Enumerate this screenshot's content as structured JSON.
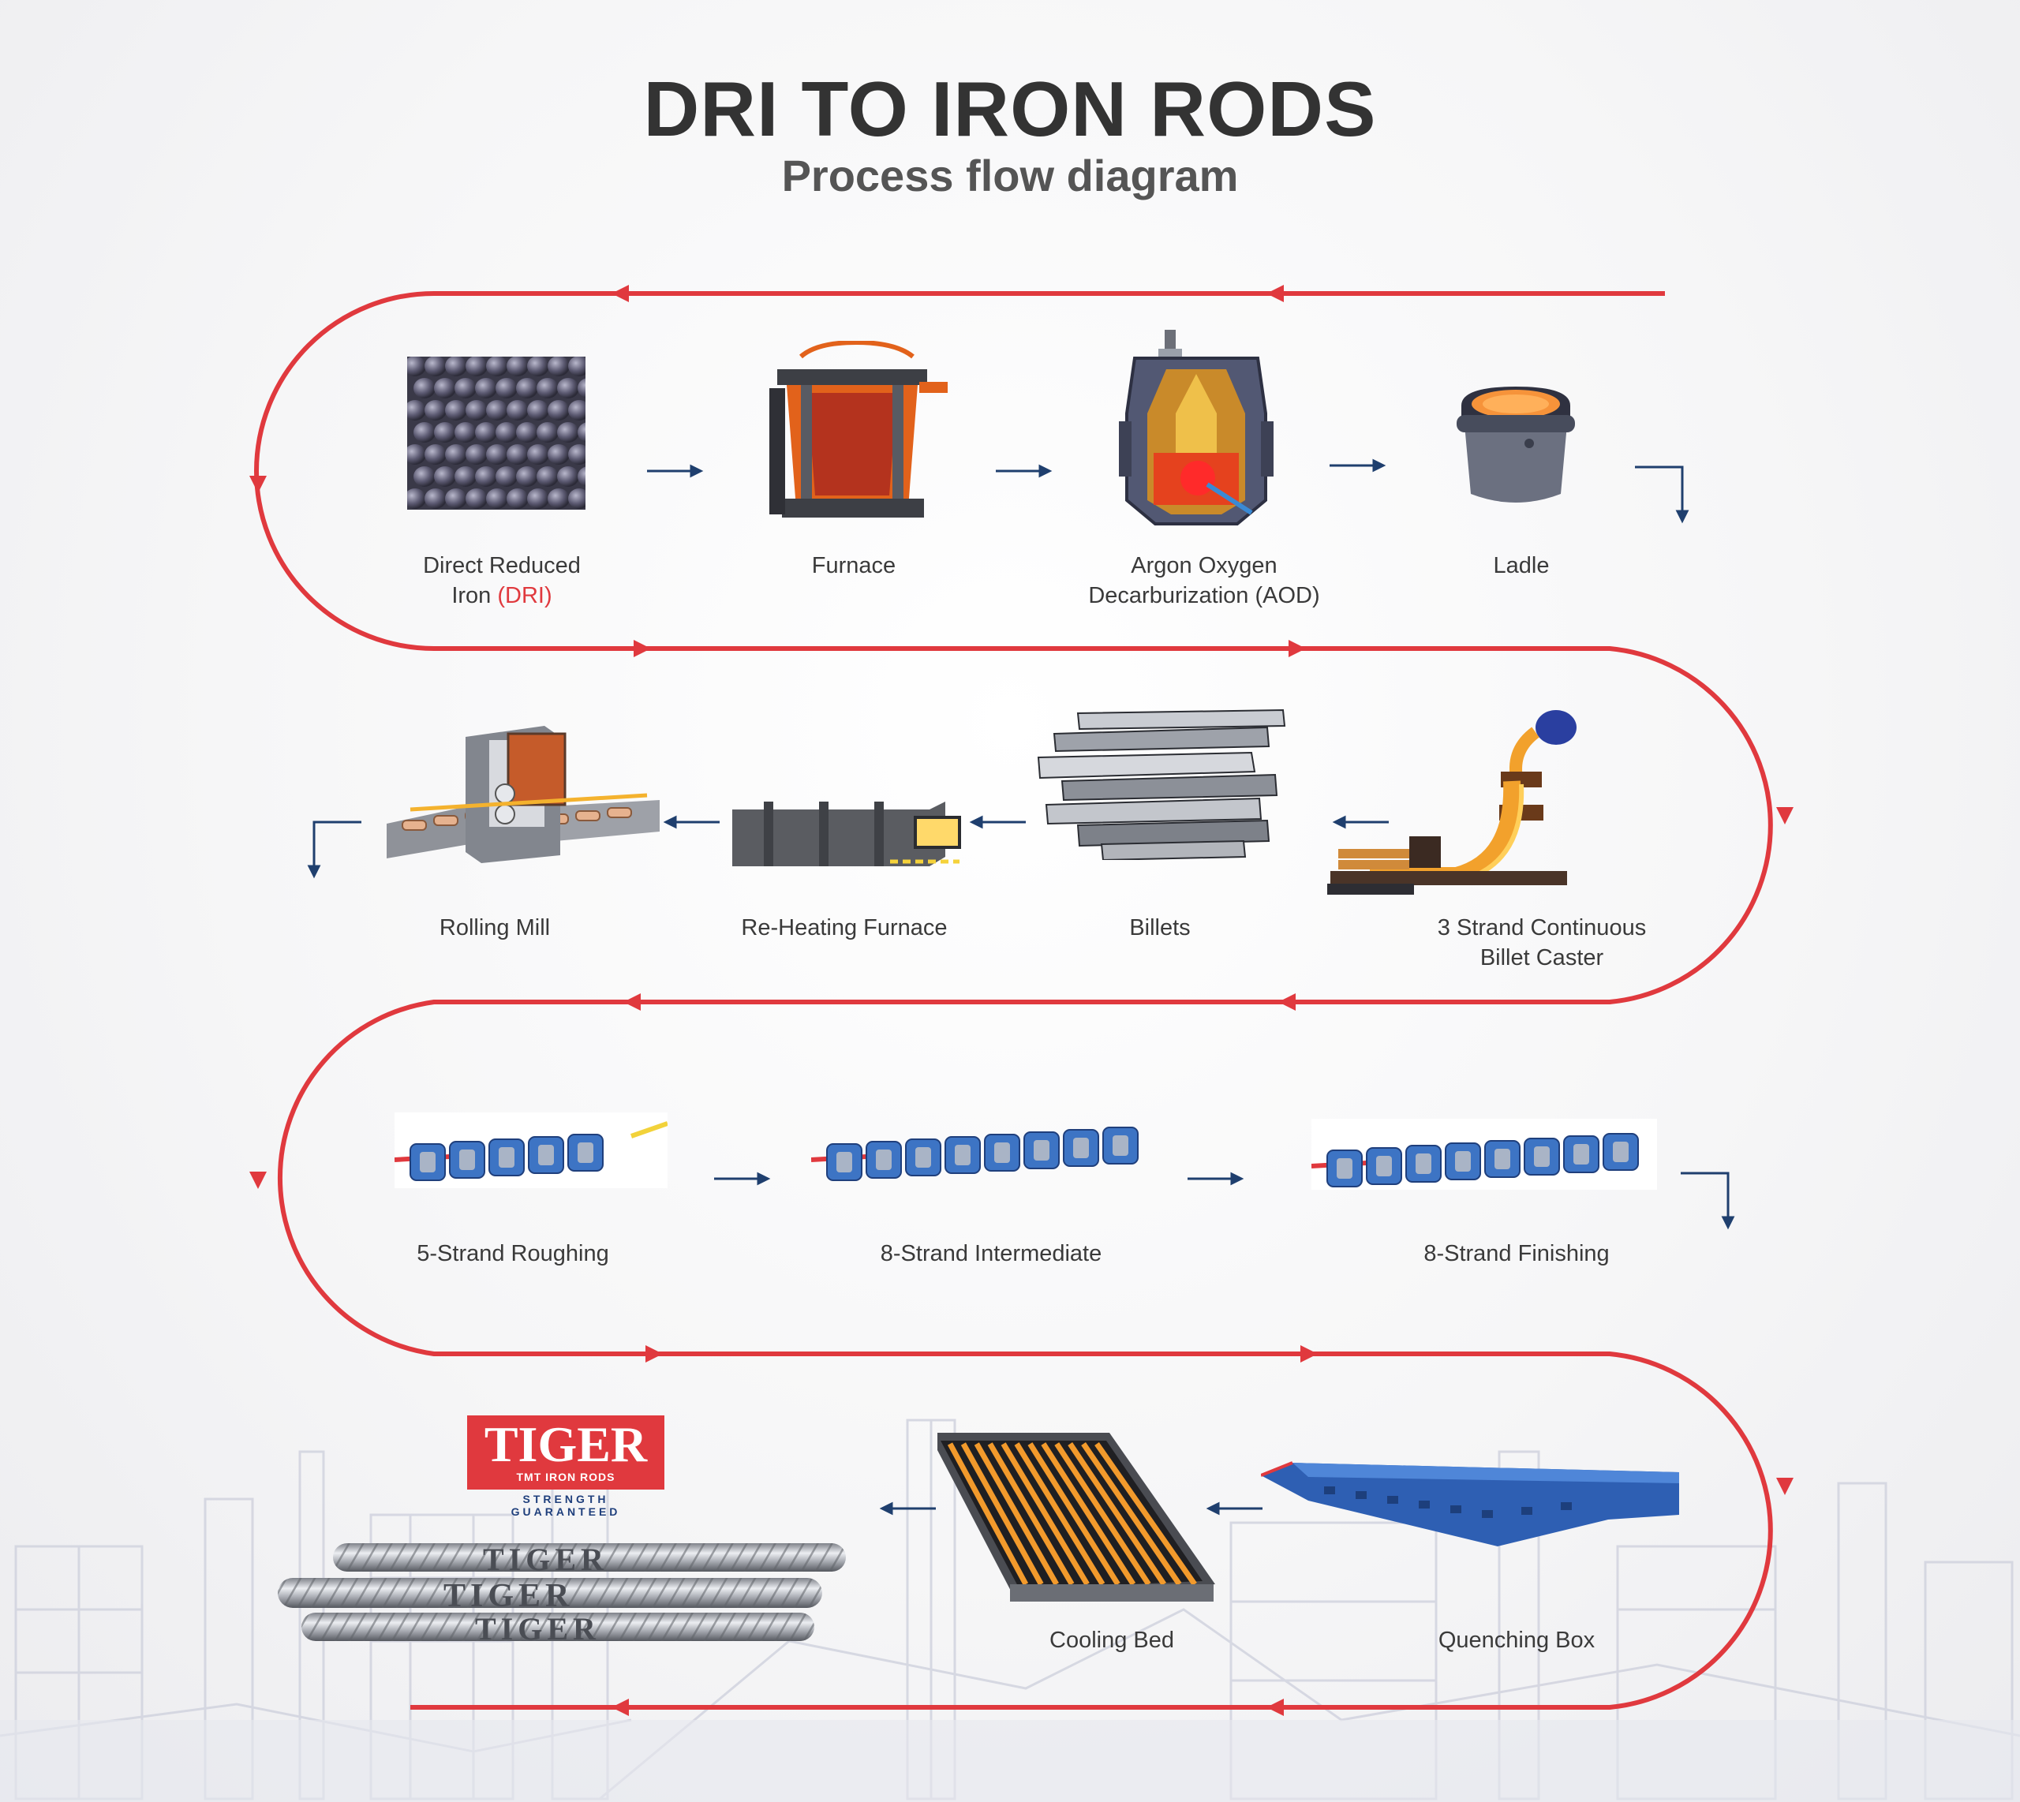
{
  "title": "DRI TO IRON RODS",
  "subtitle": "Process flow diagram",
  "colors": {
    "flow_line": "#e0393e",
    "step_arrow": "#1f3f6e",
    "text": "#3a3a3a",
    "title": "#333333",
    "roller_blue": "#3d74c4",
    "brand_red": "#e0393e"
  },
  "steps": {
    "dri": {
      "line1": "Direct Reduced",
      "line2_prefix": "Iron ",
      "line2_accent": "(DRI)"
    },
    "furnace": {
      "line1": "Furnace"
    },
    "aod": {
      "line1": "Argon Oxygen",
      "line2": "Decarburization (AOD)"
    },
    "ladle": {
      "line1": "Ladle"
    },
    "caster": {
      "line1": "3 Strand Continuous",
      "line2": "Billet Caster"
    },
    "billets": {
      "line1": "Billets"
    },
    "reheating": {
      "line1": "Re-Heating Furnace"
    },
    "rolling": {
      "line1": "Rolling Mill"
    },
    "roughing": {
      "line1": "5-Strand Roughing"
    },
    "intermediate": {
      "line1": "8-Strand Intermediate"
    },
    "finishing": {
      "line1": "8-Strand Finishing"
    },
    "quenching": {
      "line1": "Quenching Box"
    },
    "cooling": {
      "line1": "Cooling Bed"
    }
  },
  "brand": {
    "name": "TIGER",
    "tagline": "TMT IRON RODS",
    "slogan": "STRENGTH GUARANTEED",
    "rod_mark": "TIGER"
  }
}
